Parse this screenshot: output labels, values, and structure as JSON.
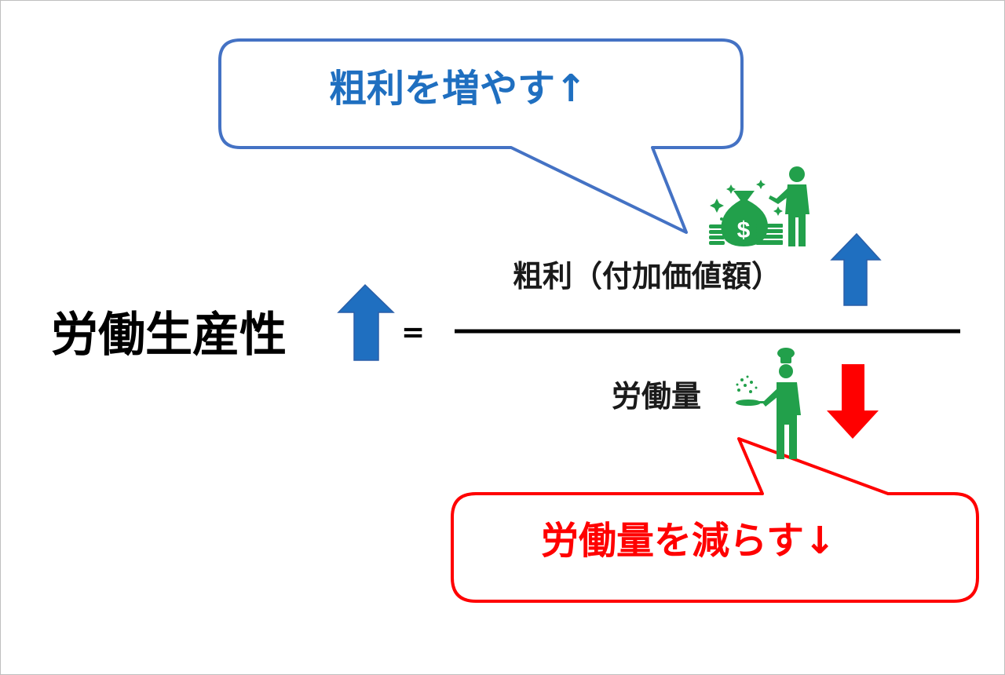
{
  "colors": {
    "blue": "#1f6fc0",
    "blue_border": "#4472c4",
    "red": "#ff0000",
    "green": "#22a04b",
    "text": "#000000"
  },
  "callout_top": {
    "text": "粗利を増やす↑"
  },
  "callout_bottom": {
    "text": "労働量を減らす↓"
  },
  "formula": {
    "lhs": "労働生産性",
    "equals": "=",
    "numerator": "粗利（付加価値額）",
    "denominator": "労働量"
  },
  "icons": {
    "lhs_arrow": "arrow-up-icon",
    "numerator_arrow": "arrow-up-icon",
    "denominator_arrow": "arrow-down-icon",
    "numerator_picture": "money-businessman-icon",
    "denominator_picture": "chef-cooking-icon"
  }
}
